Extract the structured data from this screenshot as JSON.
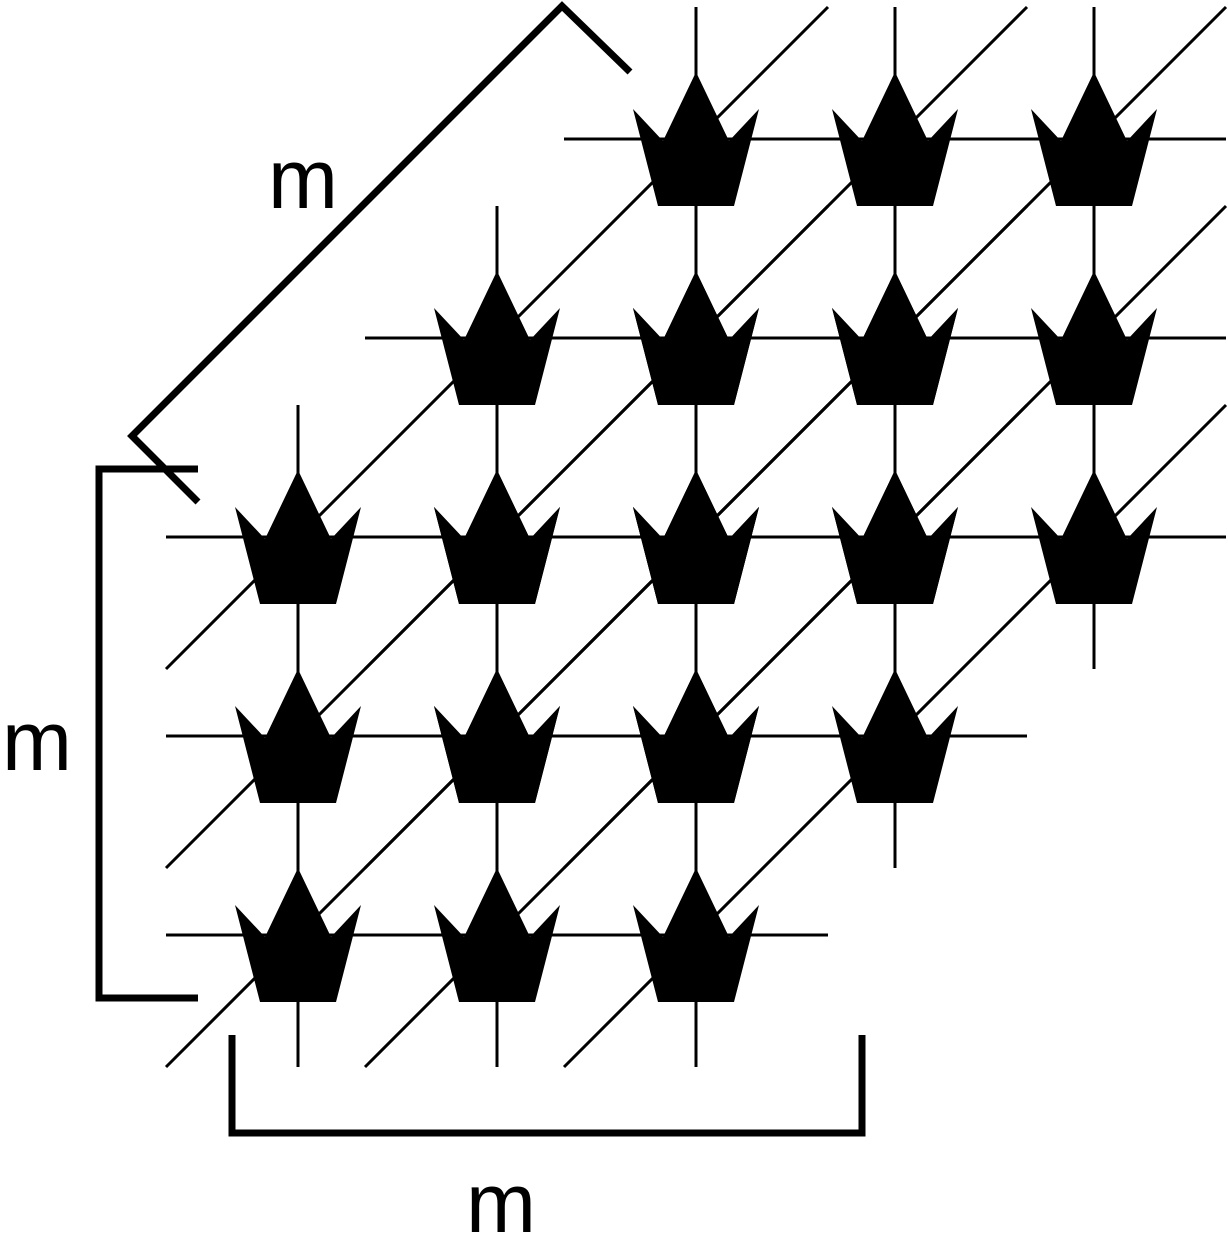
{
  "diagram": {
    "layers": 3,
    "rows_per_layer": 3,
    "cols_per_layer": 3,
    "node_shape": "crown-icon",
    "labels": {
      "depth": "m",
      "height": "m",
      "width": "m"
    },
    "colors": {
      "ink": "#000000",
      "background": "#ffffff"
    }
  }
}
